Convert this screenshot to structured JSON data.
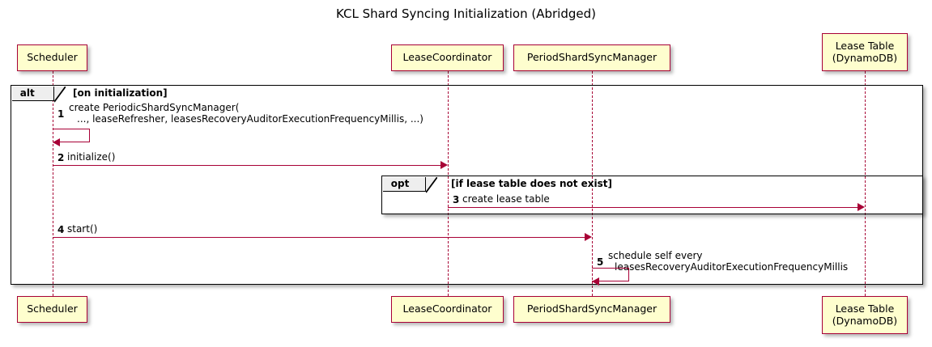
{
  "title": "KCL Shard Syncing Initialization (Abridged)",
  "diagram_type": "sequence",
  "colors": {
    "participant_fill": "#FEFECE",
    "participant_border": "#A80036",
    "arrow": "#A80036",
    "frame_border": "#000000",
    "frame_tab_fill": "#EEEEEE",
    "background": "#FFFFFF"
  },
  "participants": [
    {
      "id": "scheduler",
      "label": "Scheduler",
      "label_line2": ""
    },
    {
      "id": "leasecoord",
      "label": "LeaseCoordinator",
      "label_line2": ""
    },
    {
      "id": "periodsync",
      "label": "PeriodShardSyncManager",
      "label_line2": ""
    },
    {
      "id": "leasetable",
      "label": "Lease Table",
      "label_line2": "(DynamoDB)"
    }
  ],
  "groups": [
    {
      "id": "alt-group",
      "keyword": "alt",
      "condition": "[on initialization]"
    },
    {
      "id": "opt-group",
      "keyword": "opt",
      "condition": "[if lease table does not exist]"
    }
  ],
  "messages": [
    {
      "seq": "1",
      "from": "scheduler",
      "to": "scheduler",
      "kind": "self",
      "line1": "create PeriodicShardSyncManager(",
      "line2": "..., leaseRefresher, leasesRecoveryAuditorExecutionFrequencyMillis, ...)"
    },
    {
      "seq": "2",
      "from": "scheduler",
      "to": "leasecoord",
      "kind": "call",
      "line1": "initialize()",
      "line2": ""
    },
    {
      "seq": "3",
      "from": "leasecoord",
      "to": "leasetable",
      "kind": "call",
      "line1": "create lease table",
      "line2": ""
    },
    {
      "seq": "4",
      "from": "scheduler",
      "to": "periodsync",
      "kind": "call",
      "line1": "start()",
      "line2": ""
    },
    {
      "seq": "5",
      "from": "periodsync",
      "to": "periodsync",
      "kind": "self",
      "line1": "schedule self every",
      "line2": "leasesRecoveryAuditorExecutionFrequencyMillis"
    }
  ]
}
